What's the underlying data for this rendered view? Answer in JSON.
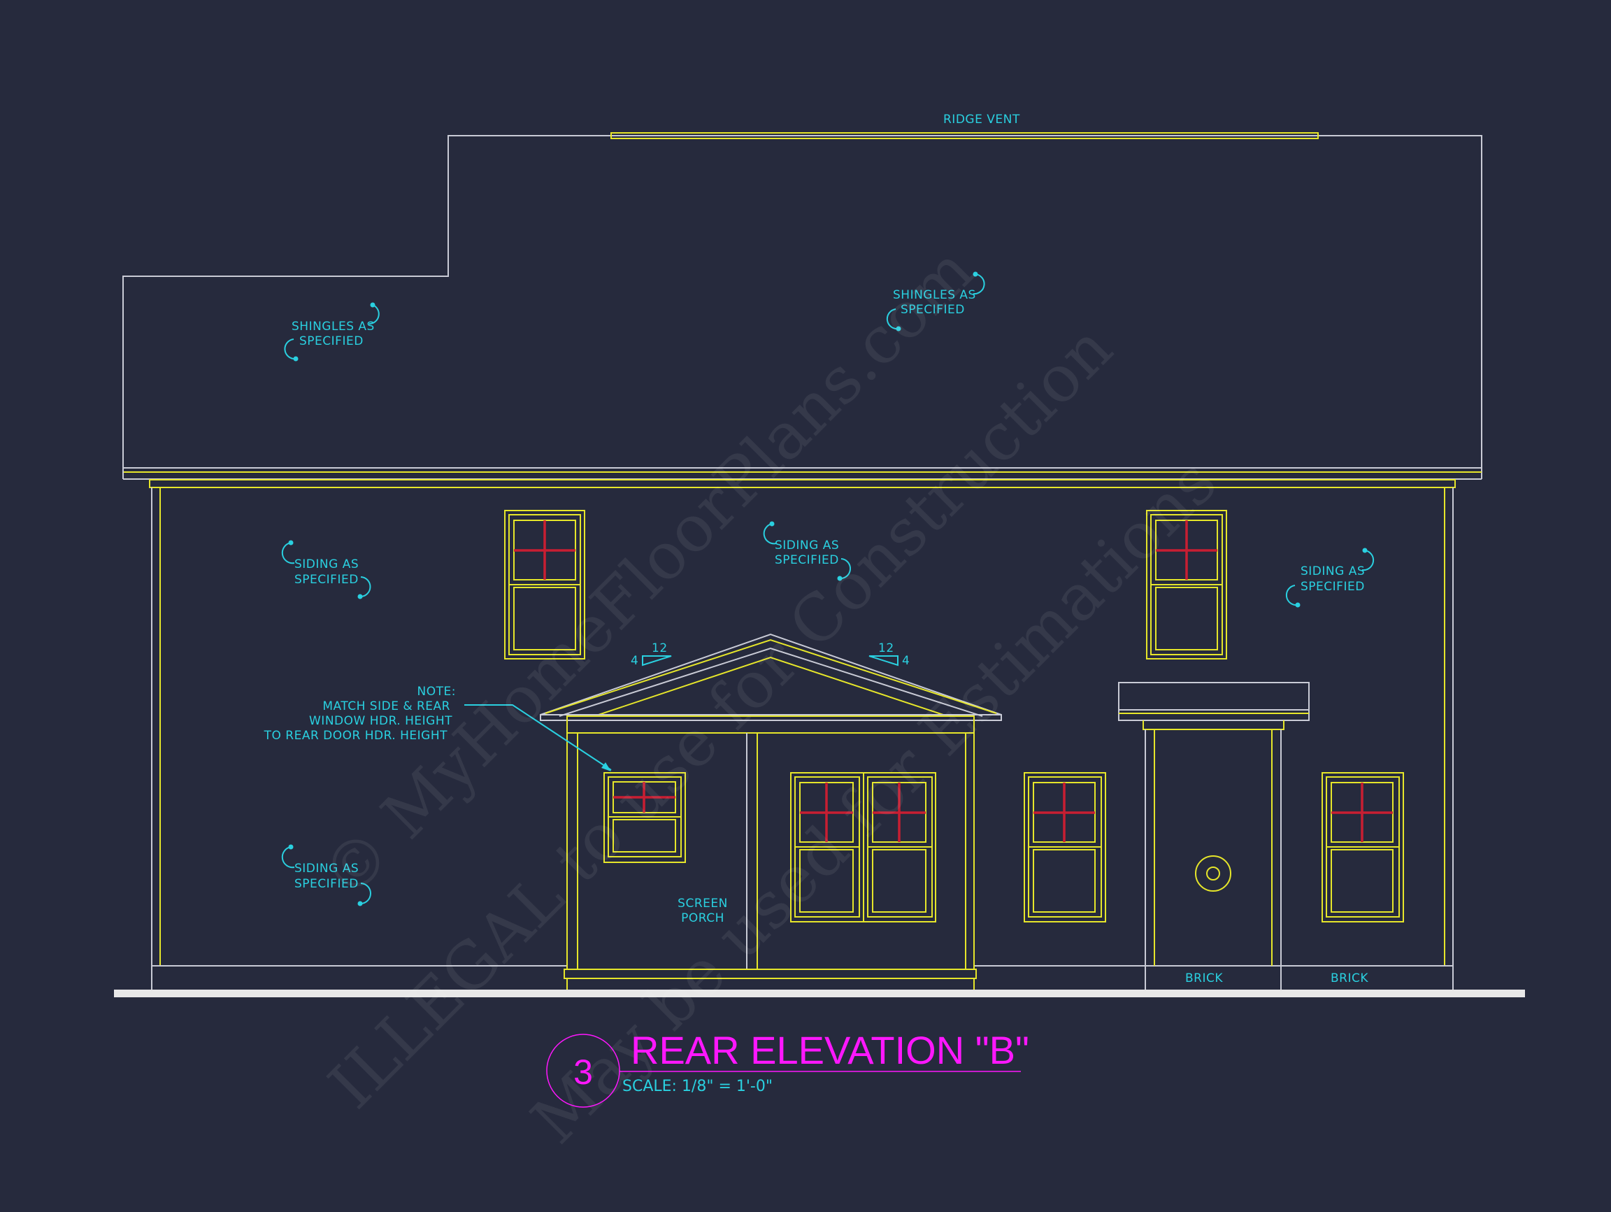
{
  "drawing": {
    "background_color": "#262a3d",
    "colors": {
      "annotation": "#2ad0e0",
      "title": "#ff17ff",
      "window_frame": "#e6e62a",
      "muntin": "#c81e32",
      "outline": "#c9cbd6",
      "ground": "#e8e8e8"
    },
    "labels": {
      "ridge_vent": "RIDGE VENT",
      "shingles_left_line1": "SHINGLES AS",
      "shingles_left_line2": "SPECIFIED",
      "shingles_right_line1": "SHINGLES AS",
      "shingles_right_line2": "SPECIFIED",
      "siding_upper_left_line1": "SIDING AS",
      "siding_upper_left_line2": "SPECIFIED",
      "siding_center_line1": "SIDING AS",
      "siding_center_line2": "SPECIFIED",
      "siding_right_line1": "SIDING AS",
      "siding_right_line2": "SPECIFIED",
      "siding_lower_left_line1": "SIDING AS",
      "siding_lower_left_line2": "SPECIFIED",
      "note_title": "NOTE:",
      "note_line1": "MATCH SIDE & REAR",
      "note_line2": "WINDOW HDR. HEIGHT",
      "note_line3": "TO REAR DOOR HDR. HEIGHT",
      "screen_porch_line1": "SCREEN",
      "screen_porch_line2": "PORCH",
      "brick_left": "BRICK",
      "brick_right": "BRICK",
      "pitch_left_run": "12",
      "pitch_left_rise": "4",
      "pitch_right_run": "12",
      "pitch_right_rise": "4"
    },
    "title_block": {
      "number": "3",
      "title": "REAR ELEVATION \"B\"",
      "scale": "SCALE:  1/8\"  =  1'-0\""
    },
    "watermark": {
      "line1": "© MyHomeFloorPlans.com",
      "line2": "ILLEGAL to use for Construction",
      "line3": "May be used for Estimations"
    }
  }
}
